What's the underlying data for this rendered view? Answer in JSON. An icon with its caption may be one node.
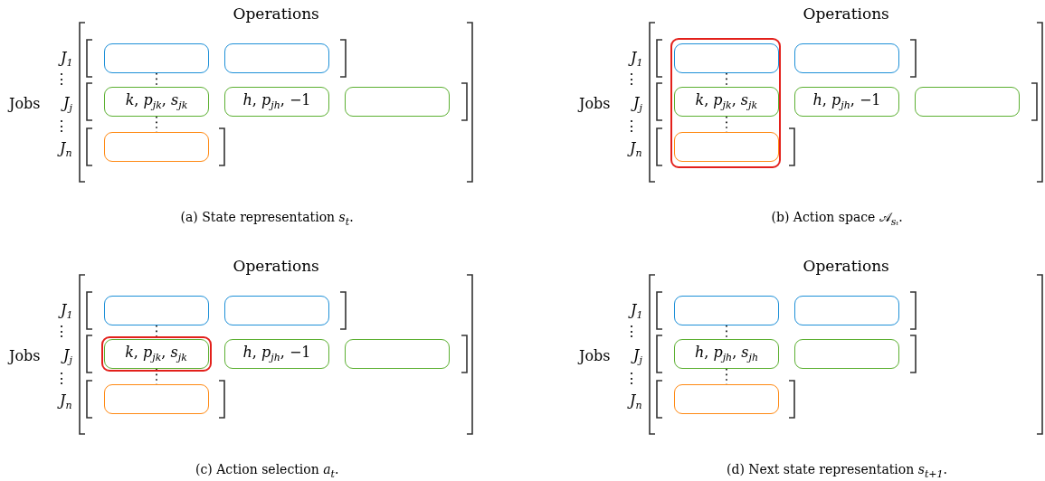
{
  "diagram": {
    "nodes": [
      {
        "text": [],
        "shape": "box"
      },
      {
        "text": [],
        "shape": "box"
      },
      {
        "text": [
          "*k*, *p*$_{jk}$, *s*$_{jk}$"
        ]
      },
      {
        "text": [
          "*h*, *p*$_{jh}$, −1"
        ]
      },
      {
        "text": [],
        "shape": "box"
      },
      {
        "text": [],
        "shape": "box"
      },
      {
        "text": [],
        "shape": "box"
      },
      {
        "text": [],
        "shape": "box",
        "in": 6
      },
      {
        "text": [],
        "shape": "box"
      },
      {
        "text": [
          "*k*, *p*$_{jk}$, *s*$_{jk}$"
        ],
        "in": 6
      },
      {
        "text": [
          "*h*, *p*$_{jh}$, −1"
        ]
      },
      {
        "text": [],
        "shape": "box"
      },
      {
        "text": [],
        "shape": "box",
        "in": 6
      },
      {
        "text": [],
        "shape": "box"
      },
      {
        "text": [],
        "shape": "box"
      },
      {
        "text": [],
        "shape": "box"
      },
      {
        "text": [
          "*k*, *p*$_{jk}$, *s*$_{jk}$"
        ],
        "in": 15
      },
      {
        "text": [
          "*h*, *p*$_{jh}$, −1"
        ]
      },
      {
        "text": [],
        "shape": "box"
      },
      {
        "text": [],
        "shape": "box"
      },
      {
        "text": [],
        "shape": "box"
      },
      {
        "text": [],
        "shape": "box"
      },
      {
        "text": [
          "*h*, *p*$_{jh}$, *s*$_{jh}$"
        ]
      },
      {
        "text": [],
        "shape": "box"
      },
      {
        "text": [],
        "shape": "box"
      }
    ],
    "edges": [
      {
        "from": 0,
        "to": 2,
        "arrow": "none",
        "style": "dashed"
      },
      {
        "from": 2,
        "to": 5,
        "arrow": "none",
        "style": "dashed"
      },
      {
        "from": 7,
        "to": 9,
        "arrow": "none",
        "style": "dashed"
      },
      {
        "from": 9,
        "to": 12,
        "arrow": "none",
        "style": "dashed"
      },
      {
        "from": 13,
        "to": 16,
        "arrow": "none",
        "style": "dashed"
      },
      {
        "from": 16,
        "to": 19,
        "arrow": "none",
        "style": "dashed"
      },
      {
        "from": 20,
        "to": 22,
        "arrow": "none",
        "style": "dashed"
      },
      {
        "from": 22,
        "to": 24,
        "arrow": "none",
        "style": "dashed"
      }
    ],
    "labels": [
      "Operations",
      "*J*$_{1}$",
      "⋮",
      "Jobs",
      "*J*$_{j}$",
      "⋮",
      "*J*$_{n}$",
      "(a) State representation *s*$_{t}$.",
      "Operations",
      "*J*$_{1}$",
      "⋮",
      "Jobs",
      "*J*$_{j}$",
      "⋮",
      "*J*$_{n}$",
      "(b) Action space 𝒜$_{sₜ}$.",
      "Operations",
      "*J*$_{1}$",
      "⋮",
      "Jobs",
      "*J*$_{j}$",
      "⋮",
      "*J*$_{n}$",
      "(c) Action selection *a*$_{t}$.",
      "Operations",
      "*J*$_{1}$",
      "⋮",
      "Jobs",
      "*J*$_{j}$",
      "⋮",
      "*J*$_{n}$",
      "(d) Next state representation *s*$_{t+1}$."
    ]
  }
}
